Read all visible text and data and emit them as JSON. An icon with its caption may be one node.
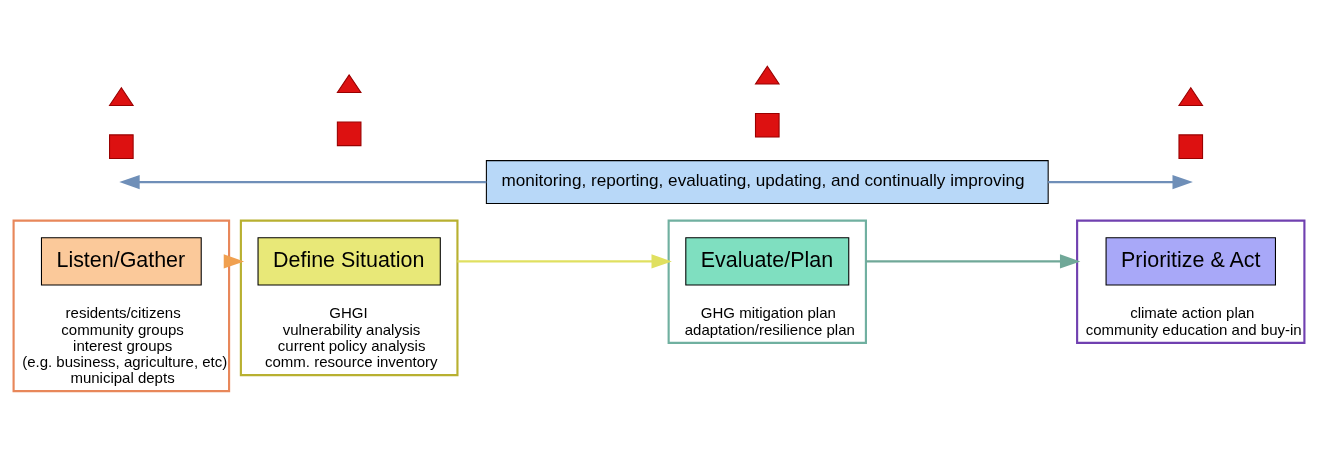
{
  "diagram": {
    "nodes": [
      {
        "text": [
          "residents/citizens",
          "community groups",
          "interest groups",
          "(e.g. business, agriculture, etc)",
          "municipal depts"
        ]
      },
      {
        "text": [
          "Listen/Gather"
        ],
        "in": 0
      },
      {
        "text": [
          "GHGI",
          "vulnerability analysis",
          "current policy analysis",
          "comm. resource inventory"
        ]
      },
      {
        "text": [
          "Define Situation"
        ],
        "in": 2
      },
      {
        "text": [
          "GHG mitigation plan",
          "adaptation/resilience plan"
        ]
      },
      {
        "text": [
          "Evaluate/Plan"
        ],
        "in": 4
      },
      {
        "text": [
          "climate action plan",
          "community education and buy-in"
        ]
      },
      {
        "text": [
          "Prioritize & Act"
        ],
        "in": 6
      },
      {
        "text": [
          "monitoring, reporting, evaluating, updating, and continually improving"
        ]
      },
      {
        "text": [],
        "shape": "box"
      },
      {
        "text": [],
        "shape": "triangle"
      },
      {
        "text": [],
        "shape": "box"
      },
      {
        "text": [],
        "shape": "triangle"
      },
      {
        "text": [],
        "shape": "box"
      },
      {
        "text": [],
        "shape": "triangle"
      },
      {
        "text": [],
        "shape": "box"
      },
      {
        "text": [],
        "shape": "triangle"
      }
    ],
    "edges": [
      {
        "from": 0,
        "to": 2,
        "arrow": "to",
        "color": "#f0a050"
      },
      {
        "from": 2,
        "to": 4,
        "arrow": "to",
        "color": "#e0e060"
      },
      {
        "from": 4,
        "to": 6,
        "arrow": "to",
        "color": "#70a898"
      },
      {
        "from": 8,
        "to": null,
        "arrow": "to"
      },
      {
        "from": 8,
        "to": null,
        "arrow": "to"
      }
    ]
  }
}
